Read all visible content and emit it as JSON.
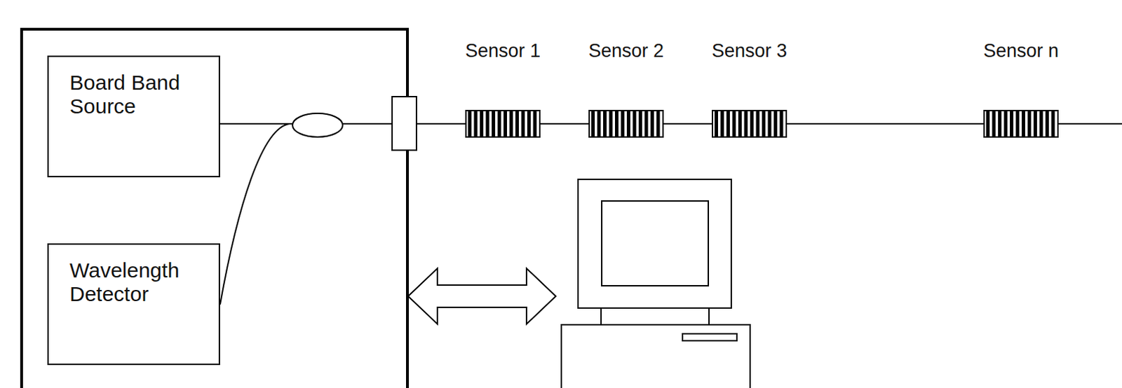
{
  "diagram": {
    "nodes": [
      {
        "text": [
          "Board Band Source"
        ]
      },
      {
        "text": [
          "Wavelength Detector"
        ]
      },
      {
        "text": [
          "Sensor 1"
        ]
      },
      {
        "text": [
          "Sensor 2"
        ]
      },
      {
        "text": [
          "Sensor 3"
        ]
      },
      {
        "text": [
          "Sensor n"
        ]
      }
    ],
    "edges": [
      {
        "from": 0,
        "to": 2,
        "arrow": "none"
      },
      {
        "from": 1,
        "to": 2,
        "arrow": "none"
      },
      {
        "from": 2,
        "to": 3,
        "arrow": "none"
      },
      {
        "from": 3,
        "to": 4,
        "arrow": "none"
      },
      {
        "from": 4,
        "to": 5,
        "arrow": "none"
      }
    ]
  }
}
